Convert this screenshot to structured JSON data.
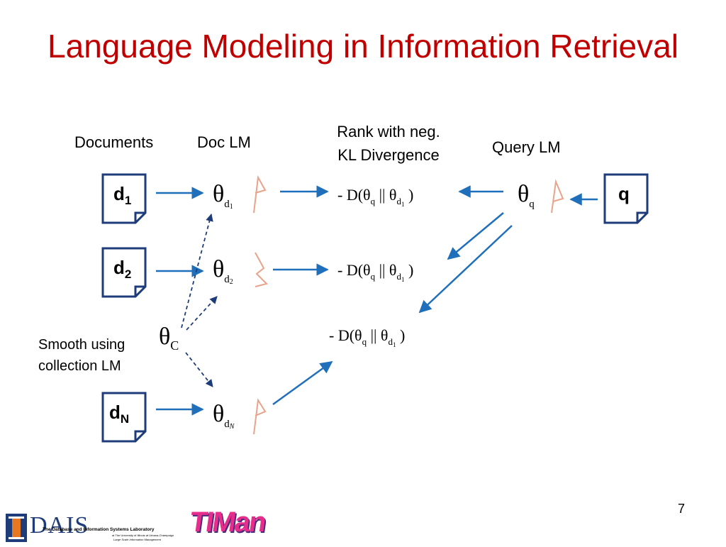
{
  "title": "Language Modeling in Information Retrieval",
  "headers": {
    "documents": "Documents",
    "doc_lm": "Doc LM",
    "rank_line1": "Rank with neg.",
    "rank_line2": "KL Divergence",
    "query_lm": "Query LM"
  },
  "documents": [
    {
      "letter": "d",
      "sub": "1"
    },
    {
      "letter": "d",
      "sub": "2"
    },
    {
      "letter": "d",
      "sub": "N"
    }
  ],
  "query_doc": {
    "letter": "q"
  },
  "doc_models": [
    {
      "theta": "θ",
      "sub": "d",
      "subsub": "1"
    },
    {
      "theta": "θ",
      "sub": "d",
      "subsub": "2"
    },
    {
      "theta": "θ",
      "sub": "d",
      "subsub": "N"
    }
  ],
  "query_model": {
    "theta": "θ",
    "sub": "q"
  },
  "collection_model": {
    "theta": "θ",
    "sub": "C"
  },
  "smoothing_label": {
    "line1": "Smooth using",
    "line2": "collection LM"
  },
  "kl_scores": [
    {
      "prefix": "- D(θ",
      "q": "q",
      "mid": " || θ",
      "d": "d",
      "dsub": "1",
      "end": " )"
    },
    {
      "prefix": "- D(θ",
      "q": "q",
      "mid": " || θ",
      "d": "d",
      "dsub": "1",
      "end": " )"
    },
    {
      "prefix": "- D(θ",
      "q": "q",
      "mid": " || θ",
      "d": "d",
      "dsub": "1",
      "end": " )"
    }
  ],
  "page_number": "7",
  "footer": {
    "dais_logo_letters": "DAIS",
    "dais_lab_name": "The Database and Information Systems Laboratory",
    "dais_lab_sub1": "at The University of Illinois at Urbana-Champaign",
    "dais_lab_sub2": "Large Scale Information Management",
    "timan_logo_text": "TIMan"
  },
  "colors": {
    "title": "#c00000",
    "arrow": "#1f6fba",
    "doc_border": "#1f3c7a",
    "distribution": "#e8a38a"
  }
}
